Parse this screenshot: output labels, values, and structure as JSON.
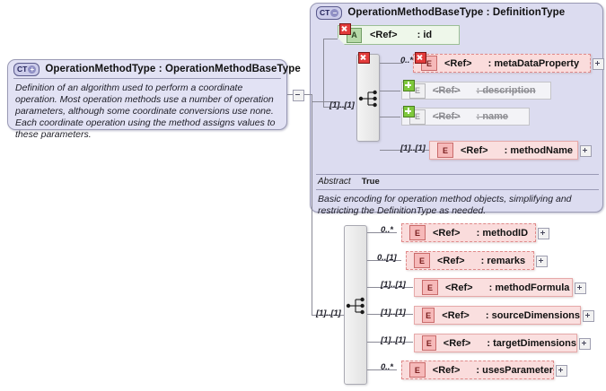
{
  "diagram": {
    "kind": "xsd-schema-diagram",
    "colors": {
      "complex_type_fill": "#dcdcf0",
      "complex_type_border": "#9a9ab5",
      "element_fill": "#fadfdf",
      "element_border": "#e6a9a9",
      "attribute_fill": "#eef7ea",
      "attribute_border": "#9bbf95",
      "deprecated_fill": "#f3f3f7",
      "badge_required_x": "#e23b3b",
      "badge_added_plus": "#7ec83c",
      "canvas": "#ffffff"
    }
  },
  "left_type": {
    "badge": "CT+",
    "badge_icon": "complextype-collapse-icon",
    "title": "OperationMethodType : OperationMethodBaseType",
    "name": "OperationMethodType",
    "base": "OperationMethodBaseType",
    "annotation": "Definition of an algorithm used to perform a coordinate operation. Most operation methods use a number of operation parameters, although some coordinate conversions use none. Each coordinate operation using the method assigns values to these parameters.",
    "expander": "minus"
  },
  "right_type": {
    "badge": "CT-",
    "badge_icon": "complextype-expand-icon",
    "title": "OperationMethodBaseType : DefinitionType",
    "name": "OperationMethodBaseType",
    "base": "DefinitionType",
    "abstract_label": "Abstract",
    "abstract_value": "True",
    "annotation": "Basic encoding for operation method objects, simplifying and restricting the DefinitionType as needed.",
    "attribute": {
      "badge": "A",
      "ref": "<Ref>",
      "separator": ":",
      "name": "id",
      "status_badge": "required-x"
    },
    "sequence": {
      "icon": "sequence-icon",
      "cardinality": "[1]..[1]",
      "status_badge": "required-x"
    },
    "elements": [
      {
        "badge": "E",
        "ref": "<Ref>",
        "separator": ":",
        "name": "metaDataProperty",
        "cardinality": "0..*",
        "style": "optional",
        "status_badge": "required-x",
        "expander": "plus"
      },
      {
        "badge": "E",
        "ref": "<Ref>",
        "separator": ":",
        "name": "description",
        "cardinality": "",
        "style": "deprecated",
        "status_badge": "added-plus",
        "expander": "none"
      },
      {
        "badge": "E",
        "ref": "<Ref>",
        "separator": ":",
        "name": "name",
        "cardinality": "",
        "style": "deprecated",
        "status_badge": "added-plus",
        "expander": "none"
      },
      {
        "badge": "E",
        "ref": "<Ref>",
        "separator": ":",
        "name": "methodName",
        "cardinality": "[1]..[1]",
        "style": "required",
        "status_badge": "none",
        "expander": "plus"
      }
    ]
  },
  "bottom_sequence": {
    "icon": "sequence-icon",
    "cardinality": "[1]..[1]",
    "elements": [
      {
        "badge": "E",
        "ref": "<Ref>",
        "separator": ":",
        "name": "methodID",
        "cardinality": "0..*",
        "style": "optional",
        "expander": "plus"
      },
      {
        "badge": "E",
        "ref": "<Ref>",
        "separator": ":",
        "name": "remarks",
        "cardinality": "0..[1]",
        "style": "optional",
        "expander": "plus"
      },
      {
        "badge": "E",
        "ref": "<Ref>",
        "separator": ":",
        "name": "methodFormula",
        "cardinality": "[1]..[1]",
        "style": "required",
        "expander": "plus"
      },
      {
        "badge": "E",
        "ref": "<Ref>",
        "separator": ":",
        "name": "sourceDimensions",
        "cardinality": "[1]..[1]",
        "style": "required",
        "expander": "plus"
      },
      {
        "badge": "E",
        "ref": "<Ref>",
        "separator": ":",
        "name": "targetDimensions",
        "cardinality": "[1]..[1]",
        "style": "required",
        "expander": "plus"
      },
      {
        "badge": "E",
        "ref": "<Ref>",
        "separator": ":",
        "name": "usesParameter",
        "cardinality": "0..*",
        "style": "optional",
        "expander": "plus"
      }
    ]
  }
}
